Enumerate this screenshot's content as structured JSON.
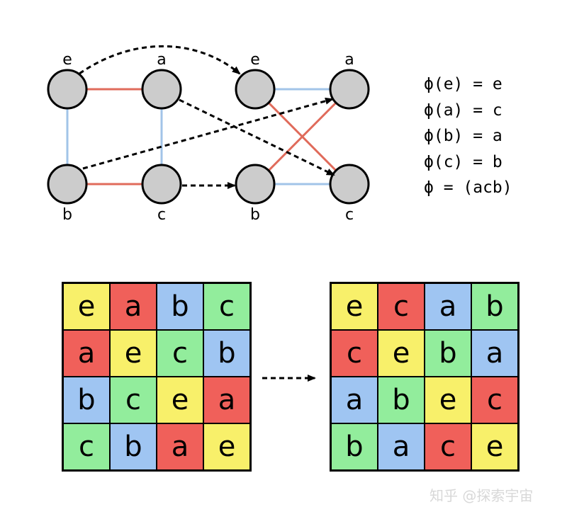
{
  "colors": {
    "red": "#f0605a",
    "yellow": "#f8f06a",
    "blue": "#9fc5f2",
    "green": "#92ed9c",
    "node_fill": "#cccccc",
    "edge_red": "#e06b5b",
    "edge_blue": "#a2c4e8"
  },
  "graph": {
    "left_nodes": [
      "e",
      "a",
      "b",
      "c"
    ],
    "right_nodes": [
      "e",
      "a",
      "b",
      "c"
    ]
  },
  "mapping": [
    "ϕ(e) = e",
    "ϕ(a) = c",
    "ϕ(b) = a",
    "ϕ(c) = b",
    "ϕ = (acb)"
  ],
  "table_left": [
    [
      "e",
      "a",
      "b",
      "c"
    ],
    [
      "a",
      "e",
      "c",
      "b"
    ],
    [
      "b",
      "c",
      "e",
      "a"
    ],
    [
      "c",
      "b",
      "a",
      "e"
    ]
  ],
  "table_right": [
    [
      "e",
      "c",
      "a",
      "b"
    ],
    [
      "c",
      "e",
      "b",
      "a"
    ],
    [
      "a",
      "b",
      "e",
      "c"
    ],
    [
      "b",
      "a",
      "c",
      "e"
    ]
  ],
  "watermark": "知乎 @探索宇宙"
}
